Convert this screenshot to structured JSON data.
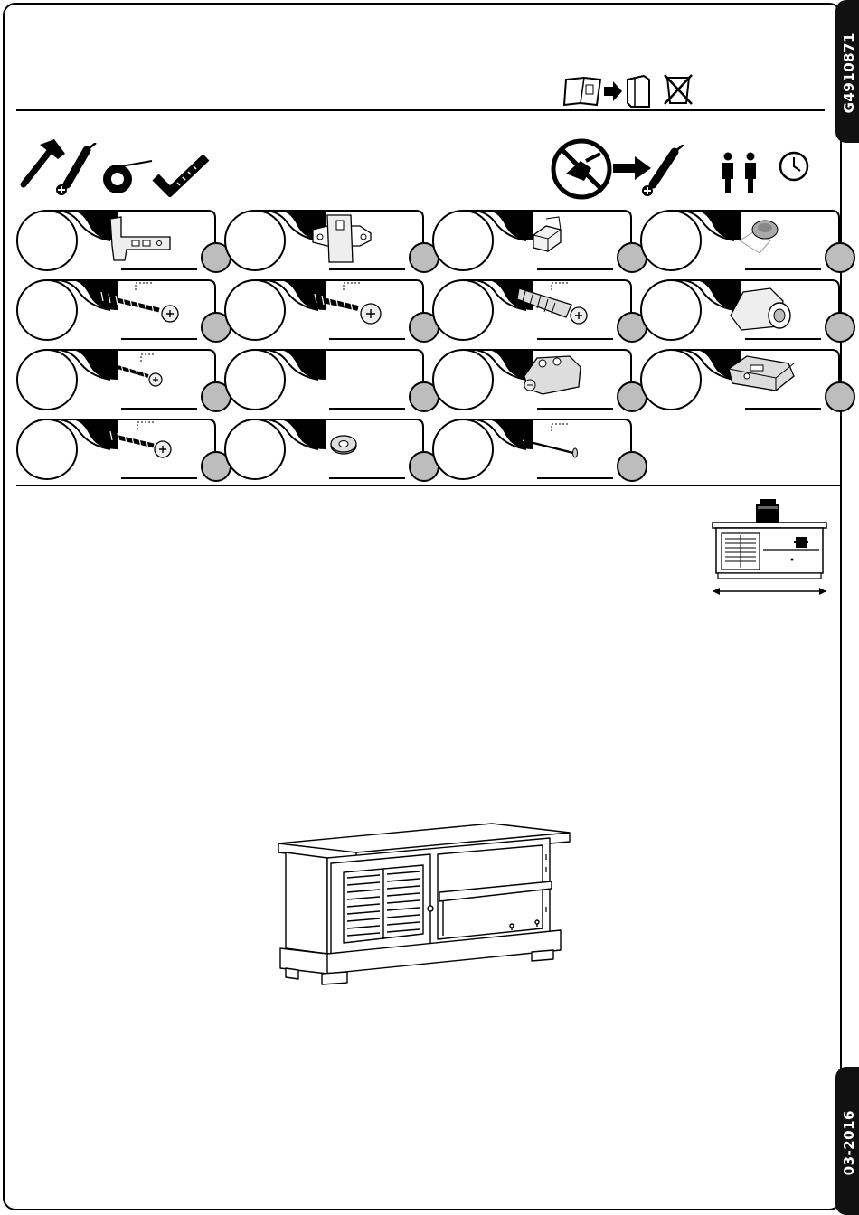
{
  "document": {
    "article_code": "G4910871",
    "date_code": "03-2016"
  },
  "icons": {
    "header": [
      "manual-arrow-binder-icon",
      "no-trash-icon"
    ],
    "tools": [
      "hammer-icon",
      "screwdriver-icon",
      "tape-measure-icon",
      "square-ruler-icon"
    ],
    "assembly": [
      "no-power-drill-icon",
      "arrow-icon",
      "screwdriver-icon",
      "two-persons-icon",
      "clock-icon"
    ]
  },
  "parts": [
    {
      "icon": "hinge-icon"
    },
    {
      "icon": "hinge-plate-icon"
    },
    {
      "icon": "shelf-support-icon"
    },
    {
      "icon": "felt-pad-icon"
    },
    {
      "icon": "long-screw-icon"
    },
    {
      "icon": "flange-screw-icon"
    },
    {
      "icon": "wall-plug-icon"
    },
    {
      "icon": "cam-lock-icon"
    },
    {
      "icon": "short-screw-icon"
    },
    {
      "icon": "short-screw-icon"
    },
    {
      "icon": "connector-block-icon"
    },
    {
      "icon": "connector-bracket-icon"
    },
    {
      "icon": "wood-screw-icon"
    },
    {
      "icon": "ring-washer-icon"
    },
    {
      "icon": "nail-icon"
    }
  ],
  "illustrations": [
    "load-weight-diagram",
    "tv-cabinet-illustration"
  ]
}
